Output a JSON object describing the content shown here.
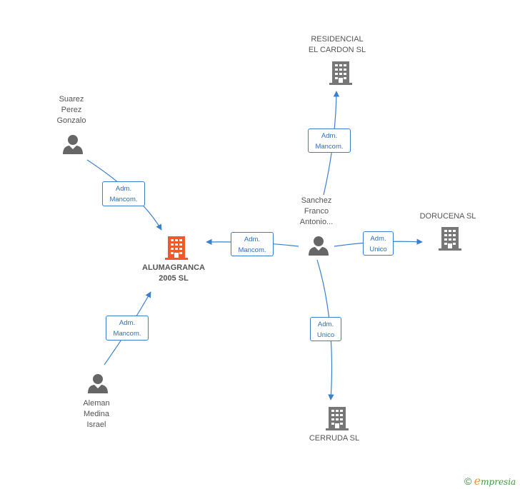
{
  "nodes": {
    "alumagranca": {
      "lines": [
        "ALUMAGRANCA",
        "2005 SL"
      ],
      "type": "company",
      "color": "#f05a2b"
    },
    "residencial": {
      "lines": [
        "RESIDENCIAL",
        "EL CARDON  SL"
      ],
      "type": "company",
      "color": "#777777"
    },
    "dorucena": {
      "lines": [
        "DORUCENA SL"
      ],
      "type": "company",
      "color": "#777777"
    },
    "cerruda": {
      "lines": [
        "CERRUDA SL"
      ],
      "type": "company",
      "color": "#777777"
    },
    "suarez": {
      "lines": [
        "Suarez",
        "Perez",
        "Gonzalo"
      ],
      "type": "person",
      "color": "#666666"
    },
    "sanchez": {
      "lines": [
        "Sanchez",
        "Franco",
        "Antonio..."
      ],
      "type": "person",
      "color": "#666666"
    },
    "aleman": {
      "lines": [
        "Aleman",
        "Medina",
        "Israel"
      ],
      "type": "person",
      "color": "#666666"
    }
  },
  "relations": {
    "suarez_alumagranca": [
      "Adm.",
      "Mancom."
    ],
    "aleman_alumagranca": [
      "Adm.",
      "Mancom."
    ],
    "sanchez_alumagranca": [
      "Adm.",
      "Mancom."
    ],
    "sanchez_residencial": [
      "Adm.",
      "Mancom."
    ],
    "sanchez_dorucena": [
      "Adm.",
      "Unico"
    ],
    "sanchez_cerruda": [
      "Adm.",
      "Unico"
    ]
  },
  "colors": {
    "edge": "#3a80d0",
    "label_border": "#3a80d0",
    "label_text": "#2f6fb8"
  },
  "footer": {
    "copyright": "©",
    "brand_first": "e",
    "brand_rest": "mpresia"
  }
}
